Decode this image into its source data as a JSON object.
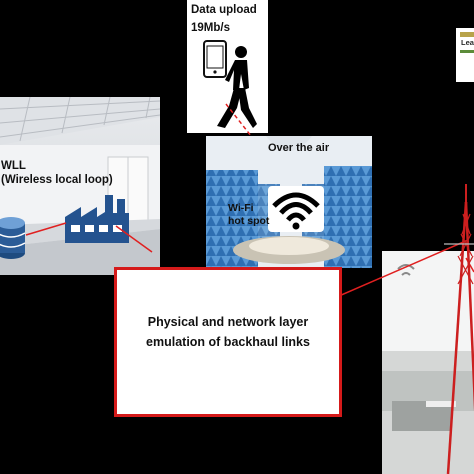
{
  "wll": {
    "line1": "WLL",
    "line2": "(Wireless local loop)"
  },
  "phone": {
    "upload_title": "Data upload",
    "upload_rate": "19Mb/s"
  },
  "air": {
    "over_the_air": "Over the air",
    "wifi_line1": "Wi-Fi",
    "wifi_line2": "hot spot"
  },
  "emulation": {
    "line1": "Physical and network layer",
    "line2": "emulation of backhaul links"
  },
  "corner_logo": {
    "line1": "Lea"
  },
  "colors": {
    "background": "#000000",
    "link_red": "#e02020",
    "tower_red": "#cc1f1f",
    "db_blue": "#2b5c97",
    "factory_blue": "#24538f"
  }
}
